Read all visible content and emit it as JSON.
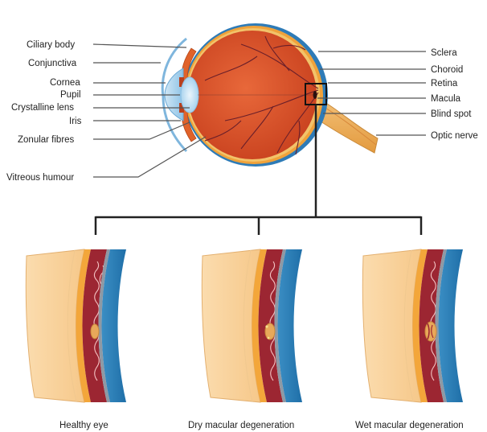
{
  "labels": {
    "ciliary_body": "Ciliary body",
    "conjunctiva": "Conjunctiva",
    "cornea": "Cornea",
    "pupil": "Pupil",
    "crystalline_lens": "Crystalline lens",
    "iris": "Iris",
    "zonular_fibres": "Zonular fibres",
    "vitreous_humour": "Vitreous humour",
    "sclera": "Sclera",
    "choroid": "Choroid",
    "retina": "Retina",
    "macula": "Macula",
    "blind_spot": "Blind spot",
    "optic_nerve": "Optic nerve"
  },
  "panels": [
    {
      "caption": "Healthy eye"
    },
    {
      "caption": "Dry macular degeneration"
    },
    {
      "caption": "Wet macular degeneration"
    }
  ]
}
